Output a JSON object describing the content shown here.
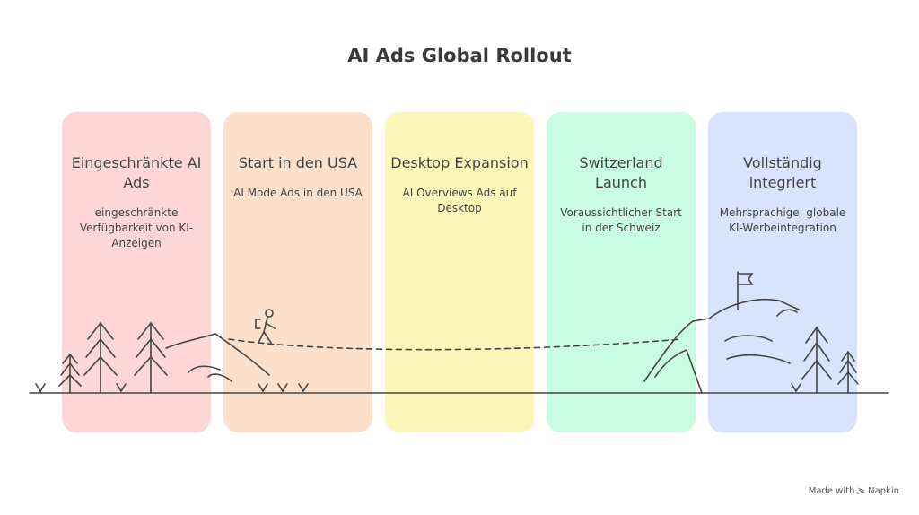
{
  "title": "AI Ads Global Rollout",
  "stages": [
    {
      "heading": "Eingeschränkte AI Ads",
      "description": "eingeschränkte Verfügbarkeit von KI-Anzeigen",
      "color": "#fdd7d6"
    },
    {
      "heading": "Start in den USA",
      "description": "AI Mode Ads in den USA",
      "color": "#fde0c9"
    },
    {
      "heading": "Desktop Expansion",
      "description": "AI Overviews Ads auf Desktop",
      "color": "#fdf6b9"
    },
    {
      "heading": "Switzerland Launch",
      "description": "Voraussichtlicher Start in der Schweiz",
      "color": "#c9fde3"
    },
    {
      "heading": "Vollständig integriert",
      "description": "Mehrsprachige, globale KI-Werbeintegration",
      "color": "#d8e4fd"
    }
  ],
  "footer": "Made with ⋟ Napkin"
}
